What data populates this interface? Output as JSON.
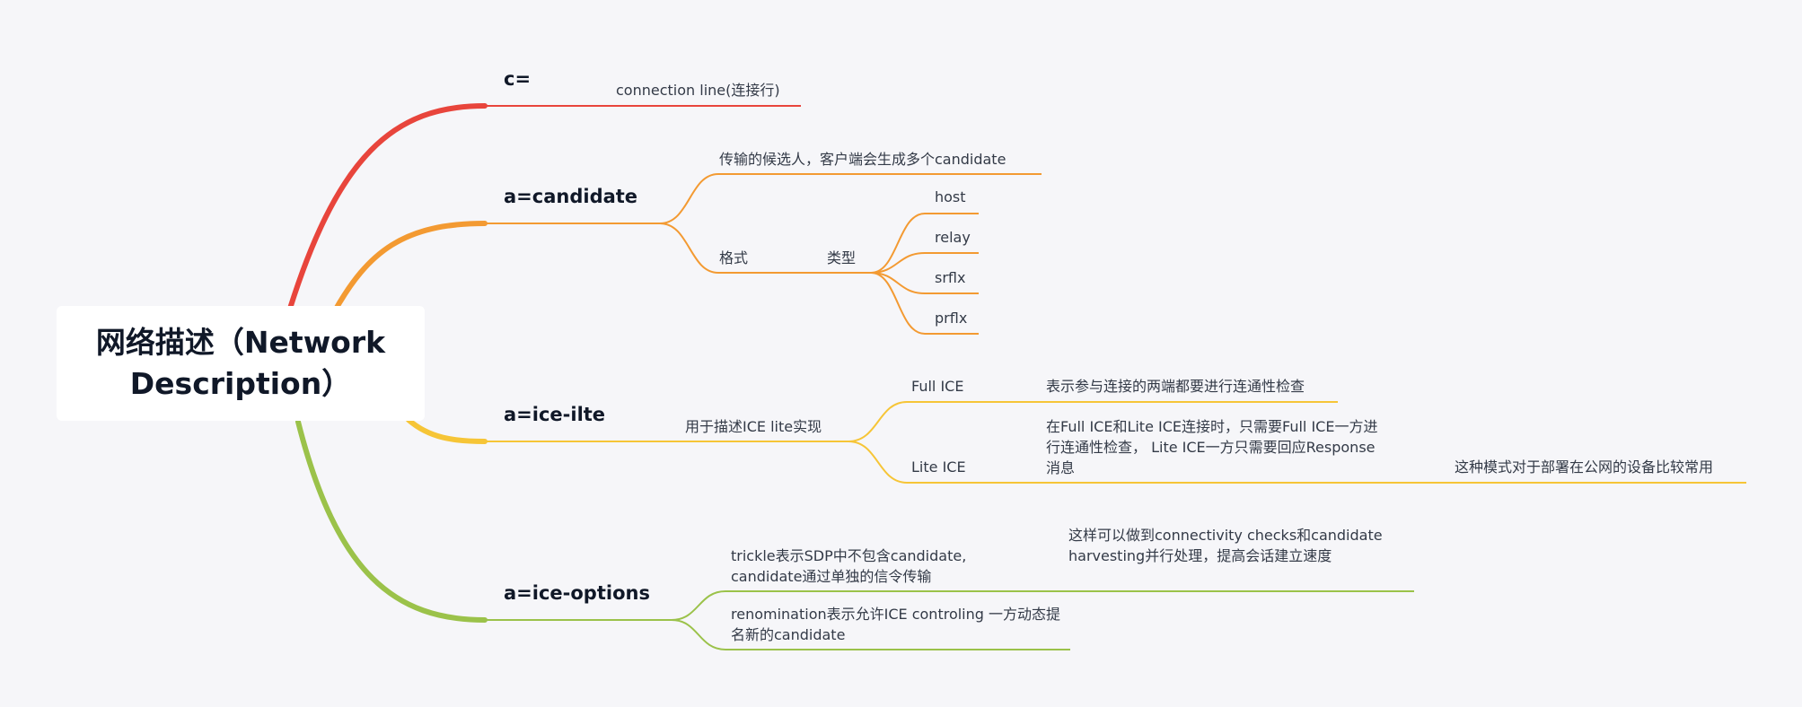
{
  "root": {
    "line1": "网络描述（Network",
    "line2": "Description）"
  },
  "colors": {
    "red": "#e8453c",
    "orange": "#f39a32",
    "yellow": "#f6c537",
    "green": "#9bc24a"
  },
  "branches": [
    {
      "label": "c=",
      "children": [
        {
          "label": "connection line(连接行)"
        }
      ]
    },
    {
      "label": "a=candidate",
      "children": [
        {
          "label": "传输的候选人，客户端会生成多个candidate"
        },
        {
          "label": "格式",
          "children": [
            {
              "label": "类型",
              "children": [
                {
                  "label": "host"
                },
                {
                  "label": "relay"
                },
                {
                  "label": "srflx"
                },
                {
                  "label": "prflx"
                }
              ]
            }
          ]
        }
      ]
    },
    {
      "label": "a=ice-ilte",
      "children": [
        {
          "label": "用于描述ICE lite实现",
          "children": [
            {
              "label": "Full ICE",
              "children": [
                {
                  "label": "表示参与连接的两端都要进行连通性检查"
                }
              ]
            },
            {
              "label": "Lite ICE",
              "children": [
                {
                  "label": "在Full ICE和Lite ICE连接时，只需要Full ICE一方进行连通性检查， Lite ICE一方只需要回应Response消息",
                  "children": [
                    {
                      "label": "这种模式对于部署在公网的设备比较常用"
                    }
                  ]
                }
              ]
            }
          ]
        }
      ]
    },
    {
      "label": "a=ice-options",
      "children": [
        {
          "label": "trickle表示SDP中不包含candidate, candidate通过单独的信令传输",
          "children": [
            {
              "label": "这样可以做到connectivity checks和candidate harvesting并行处理，提高会话建立速度"
            }
          ]
        },
        {
          "label": "renomination表示允许ICE controling 一方动态提名新的candidate"
        }
      ]
    }
  ]
}
